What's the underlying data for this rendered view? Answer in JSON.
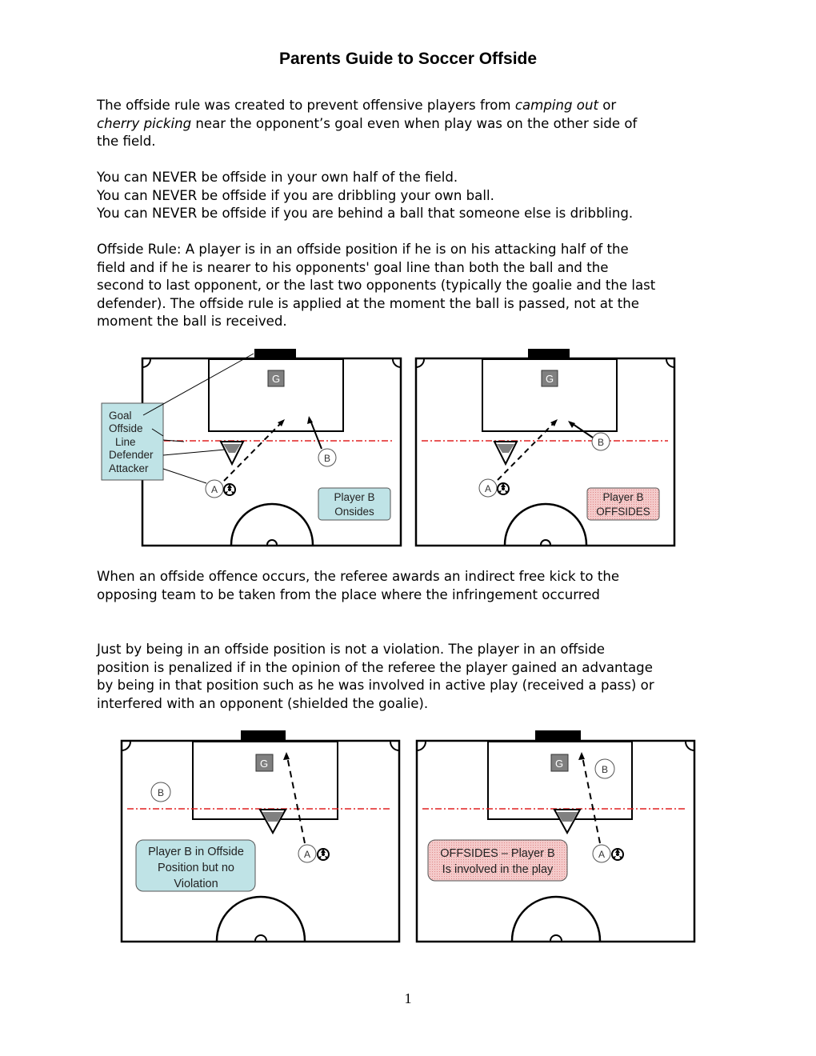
{
  "title": "Parents Guide to Soccer Offside",
  "intro": {
    "before1": "The offside rule was created to prevent offensive players from ",
    "em1": "camping out",
    "after1": " or",
    "em2": "cherry picking",
    "after2": " near the opponent’s goal even when play was on the other side of",
    "line3": "the field."
  },
  "never_rules": [
    "You can NEVER be offside in your own half of the field.",
    "You can NEVER be offside if you are dribbling your own ball.",
    "You can NEVER be offside if you are behind a ball that someone else is dribbling."
  ],
  "offside_rule_lines": [
    "Offside Rule: A player is in an offside position if he is on his attacking half of the",
    "field and if he is nearer to his opponents' goal line than both the ball and the",
    "second to last opponent, or the last two opponents (typically the goalie and the last",
    "defender). The offside rule is applied at the moment the ball is passed, not at the",
    "moment the ball is received."
  ],
  "legend": [
    "Goal",
    "Offside",
    "Line",
    "Defender",
    "Attacker"
  ],
  "diagram1": {
    "goalie": "G",
    "attacker": "A",
    "player_b": "B",
    "status": [
      "Player B",
      "Onsides"
    ]
  },
  "diagram2": {
    "goalie": "G",
    "attacker": "A",
    "player_b": "B",
    "status": [
      "Player B",
      "OFFSIDES"
    ]
  },
  "free_kick_lines": [
    "When an offside offence occurs, the referee awards an indirect free kick to the",
    "opposing team to be taken from the place where the infringement occurred"
  ],
  "violation_lines": [
    "Just by being in an offside position is not a violation. The player in an offside",
    "position is penalized if in the opinion of the referee the player gained an advantage",
    "by being in that position such as he was involved in active play (received a pass) or",
    "interfered with an opponent (shielded the goalie)."
  ],
  "diagram3": {
    "goalie": "G",
    "attacker": "A",
    "player_b": "B",
    "status": [
      "Player B in Offside",
      "Position but no",
      "Violation"
    ]
  },
  "diagram4": {
    "goalie": "G",
    "attacker": "A",
    "player_b": "B",
    "status": [
      "OFFSIDES – Player B",
      "Is involved in the play"
    ]
  },
  "page_number": "1",
  "colors": {
    "onside_box": "#bfe3e6",
    "offside_box": "#f3c8c8",
    "offside_line": "#e02020",
    "goal": "#000000",
    "defender": "#808080"
  }
}
